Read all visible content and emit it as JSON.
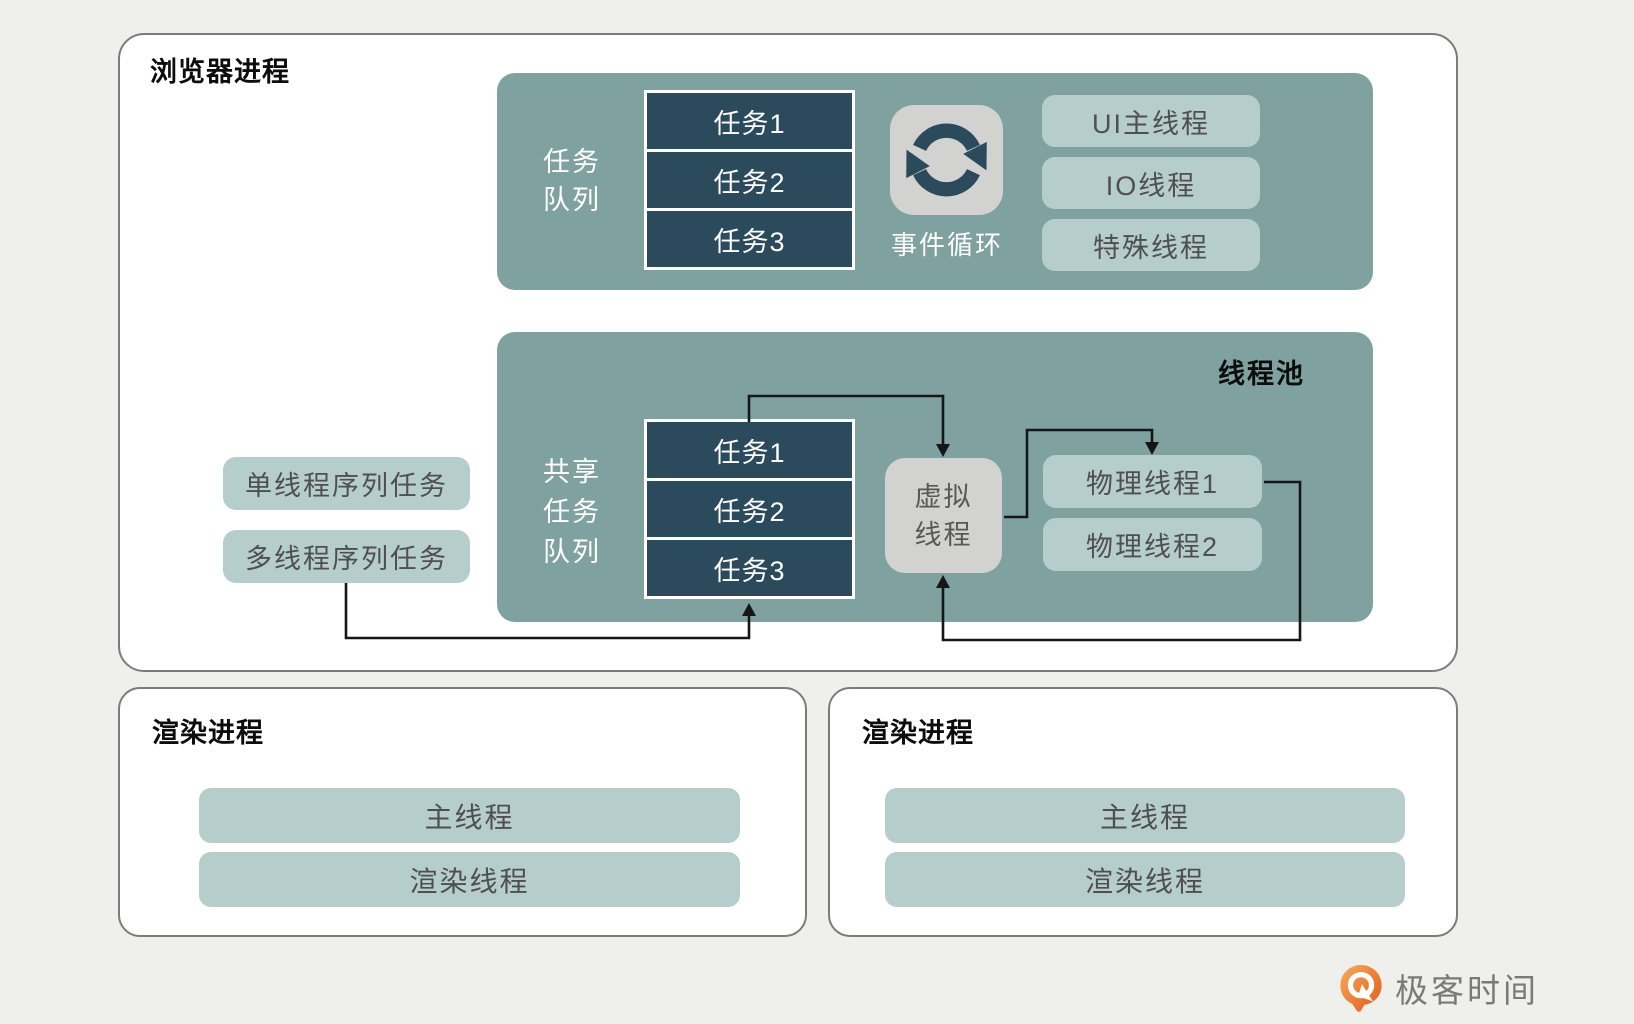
{
  "colors": {
    "background": "#efefec",
    "panel_teal": "#7fa2a1",
    "task_dark": "#2b4a5c",
    "pill_light_teal": "#b5cecc",
    "gray_box": "#d2d2d1",
    "box_border": "#7b7b7b",
    "arrow": "#161616",
    "pill_text": "#4f4f4f",
    "logo_orange": "#ec7333",
    "logo_text_gray": "#7a7a7a"
  },
  "browser_process": {
    "title": "浏览器进程",
    "task_queue_panel": {
      "queue_label_lines": [
        "任务",
        "队列"
      ],
      "tasks": [
        "任务1",
        "任务2",
        "任务3"
      ],
      "event_loop": {
        "icon": "sync-loop-icon",
        "label": "事件循环"
      },
      "threads": [
        "UI主线程",
        "IO线程",
        "特殊线程"
      ]
    },
    "thread_pool_panel": {
      "title": "线程池",
      "queue_label_lines": [
        "共享",
        "任务",
        "队列"
      ],
      "tasks": [
        "任务1",
        "任务2",
        "任务3"
      ],
      "virtual_thread_lines": [
        "虚拟",
        "线程"
      ],
      "physical_threads": [
        "物理线程1",
        "物理线程2"
      ]
    },
    "task_sources": [
      "单线程序列任务",
      "多线程序列任务"
    ]
  },
  "render_processes": [
    {
      "title": "渲染进程",
      "threads": [
        "主线程",
        "渲染线程"
      ]
    },
    {
      "title": "渲染进程",
      "threads": [
        "主线程",
        "渲染线程"
      ]
    }
  ],
  "footer": {
    "logo_icon": "geektime-logo-icon",
    "logo_text": "极客时间"
  }
}
